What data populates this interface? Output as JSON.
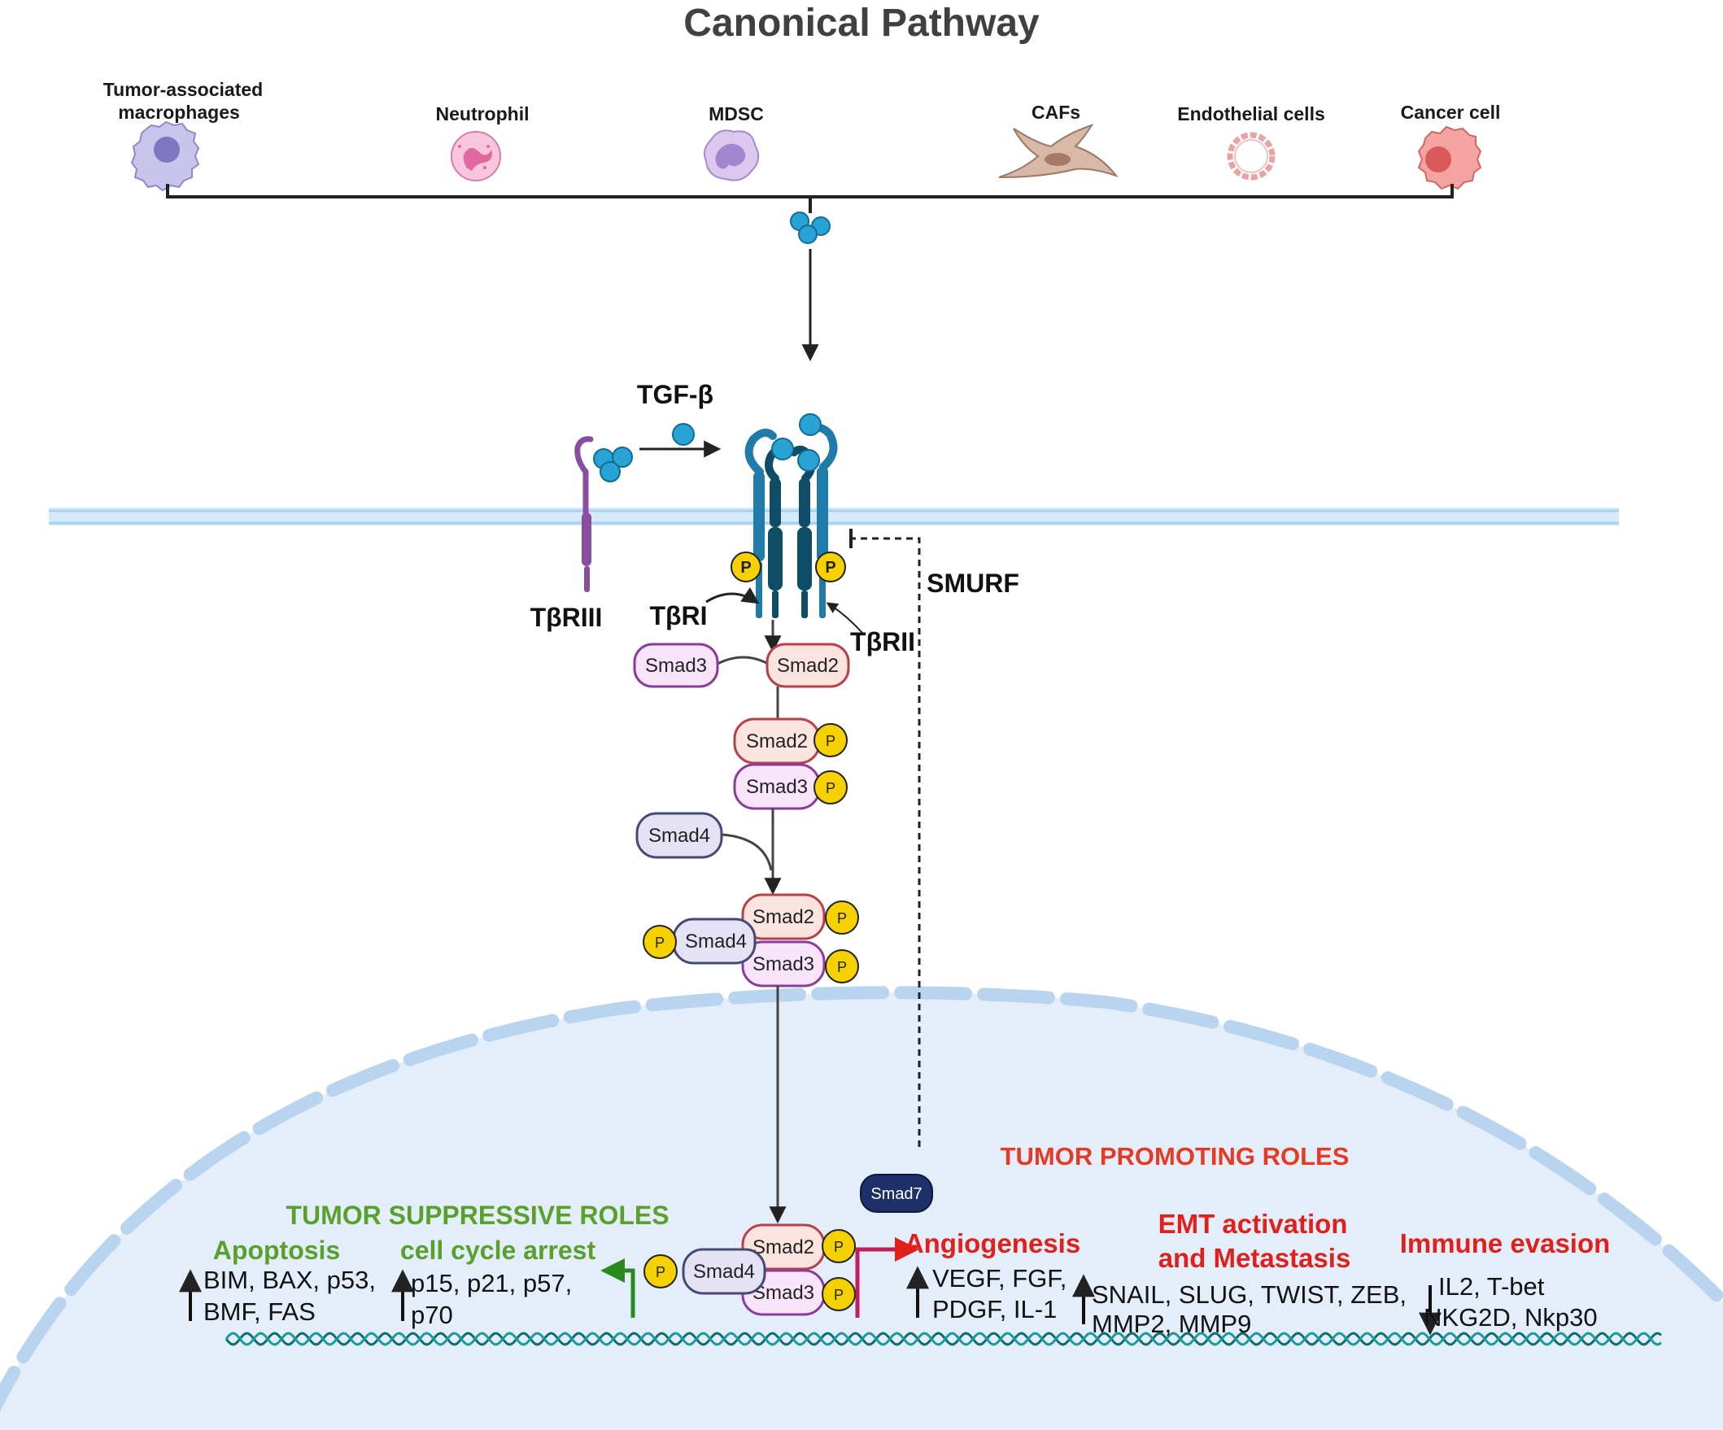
{
  "title": "Canonical Pathway",
  "cells": [
    {
      "label_lines": [
        "Tumor-associated",
        "macrophages"
      ],
      "icon": "macrophage-icon"
    },
    {
      "label_lines": [
        "Neutrophil"
      ],
      "icon": "neutrophil-icon"
    },
    {
      "label_lines": [
        "MDSC"
      ],
      "icon": "mdsc-icon"
    },
    {
      "label_lines": [
        "CAFs"
      ],
      "icon": "caf-icon"
    },
    {
      "label_lines": [
        "Endothelial cells"
      ],
      "icon": "endothelial-cell-icon"
    },
    {
      "label_lines": [
        "Cancer cell"
      ],
      "icon": "cancer-cell-icon"
    }
  ],
  "receptors": {
    "ligand": "TGF-β",
    "t3": "TβRIII",
    "t1": "TβRI",
    "t2": "TβRII",
    "smurf": "SMURF",
    "phospho": "P"
  },
  "smads": {
    "smad2": "Smad2",
    "smad3": "Smad3",
    "smad4": "Smad4",
    "smad7": "Smad7"
  },
  "nucleus": {
    "suppressive_title": "TUMOR SUPPRESSIVE ROLES",
    "apoptosis_title": "Apoptosis",
    "apoptosis_genes": [
      "BIM, BAX, p53,",
      "BMF, FAS"
    ],
    "cellcycle_title": "cell cycle arrest",
    "cellcycle_genes": [
      "p15, p21, p57,",
      "p70"
    ],
    "promoting_title": "TUMOR PROMOTING ROLES",
    "angio_title": "Angiogenesis",
    "angio_genes": [
      "VEGF, FGF,",
      "PDGF, IL-1"
    ],
    "emt_title": [
      "EMT activation",
      "and Metastasis"
    ],
    "emt_genes": [
      "SNAIL, SLUG, TWIST, ZEB,",
      "MMP2, MMP9"
    ],
    "immune_title": "Immune evasion",
    "immune_genes": [
      "IL2, T-bet",
      "NKG2D, Nkp30"
    ]
  },
  "colors": {
    "membrane": "#cfe6f7",
    "nucleus": "#e4eefa",
    "receptor_light": "#1f7ca8",
    "receptor_dark": "#0f4d66",
    "ligand": "#29a3d6",
    "smad2_fill": "#fbe3e0",
    "smad2_stroke": "#b8404b",
    "smad3_fill": "#f7e4f8",
    "smad3_stroke": "#8a3c9a",
    "smad4_fill": "#e4e2f4",
    "smad4_stroke": "#444a72",
    "smad7_fill": "#1d3068",
    "phospho": "#f6d100",
    "green": "#5aa02c",
    "red": "#e0201b",
    "magenta": "#c41e5a"
  }
}
